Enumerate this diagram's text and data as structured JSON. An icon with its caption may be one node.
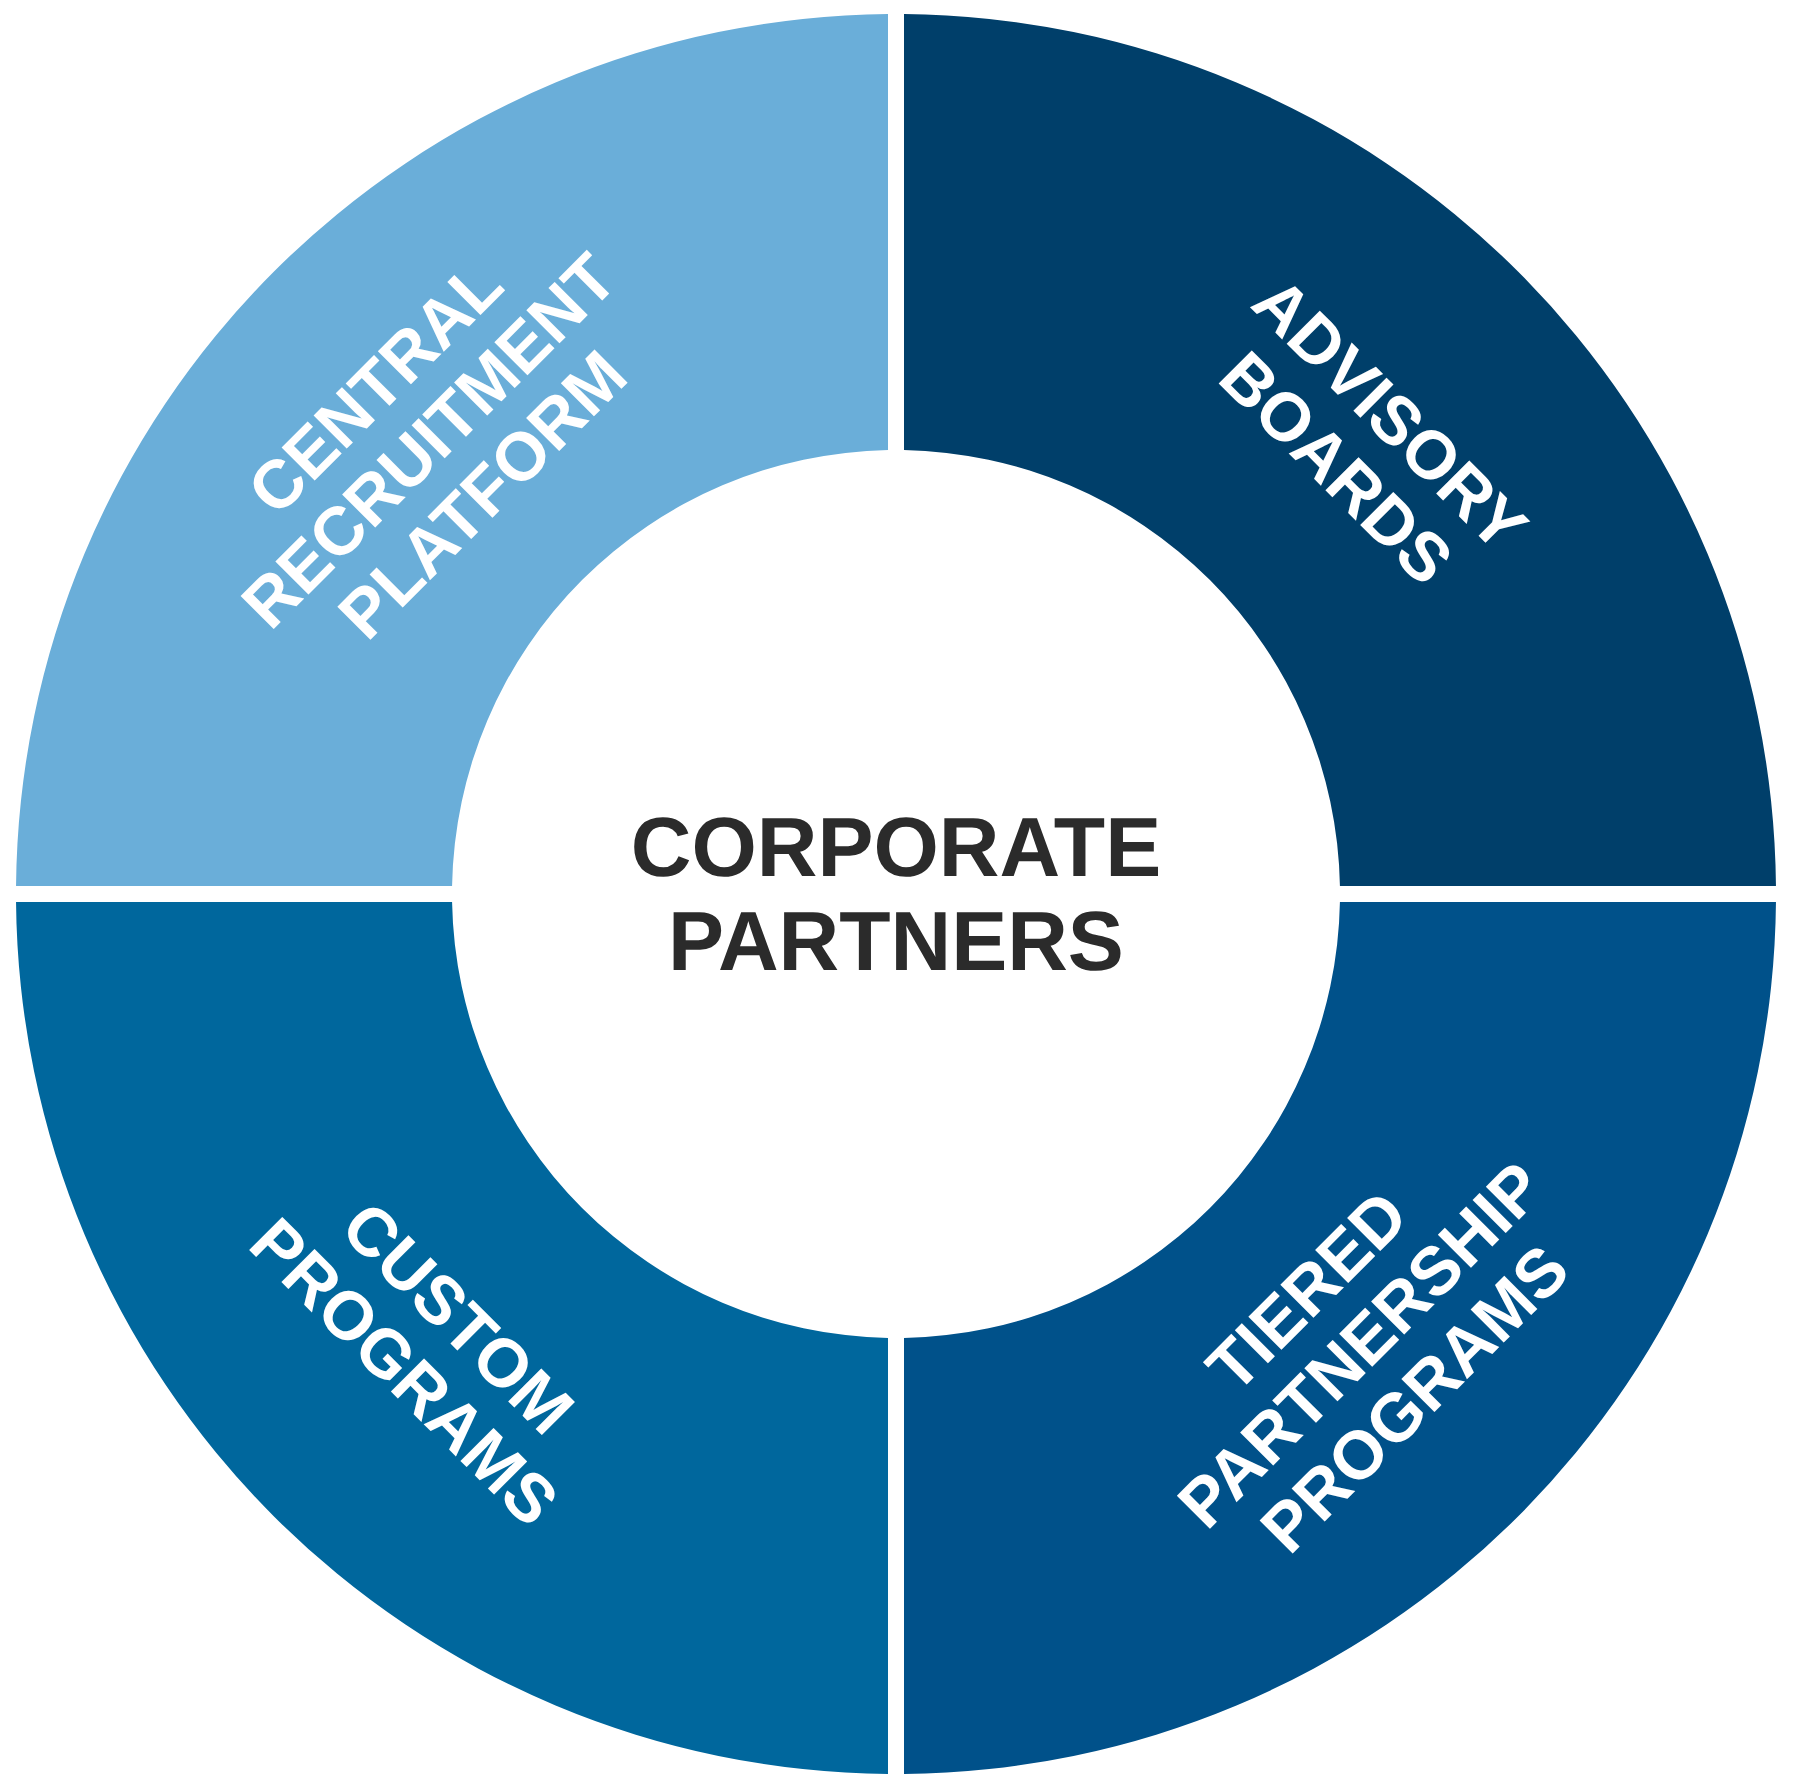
{
  "diagram": {
    "nodes": [
      {
        "text": [
          "CENTRAL RECRUITMENT PLATFORM"
        ]
      },
      {
        "text": [
          "ADVISORY BOARDS"
        ]
      },
      {
        "text": [
          "CORPORATE PARTNERS"
        ]
      },
      {
        "text": [
          "CUSTOM PROGRAMS"
        ]
      },
      {
        "text": [
          "TIERED PARTNERSHIP PROGRAMS"
        ]
      }
    ]
  }
}
